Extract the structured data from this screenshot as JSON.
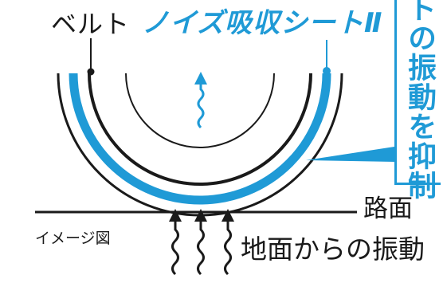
{
  "labels": {
    "belt": "ベルト",
    "noise_sheet": "ノイズ吸収シートⅡ",
    "callout": "トの振動を抑制",
    "road_surface": "路面",
    "image_note": "イメージ図",
    "ground_vibration": "地面からの振動"
  },
  "colors": {
    "accent_blue": "#1f9ad6",
    "ink": "#1a1a1a"
  }
}
